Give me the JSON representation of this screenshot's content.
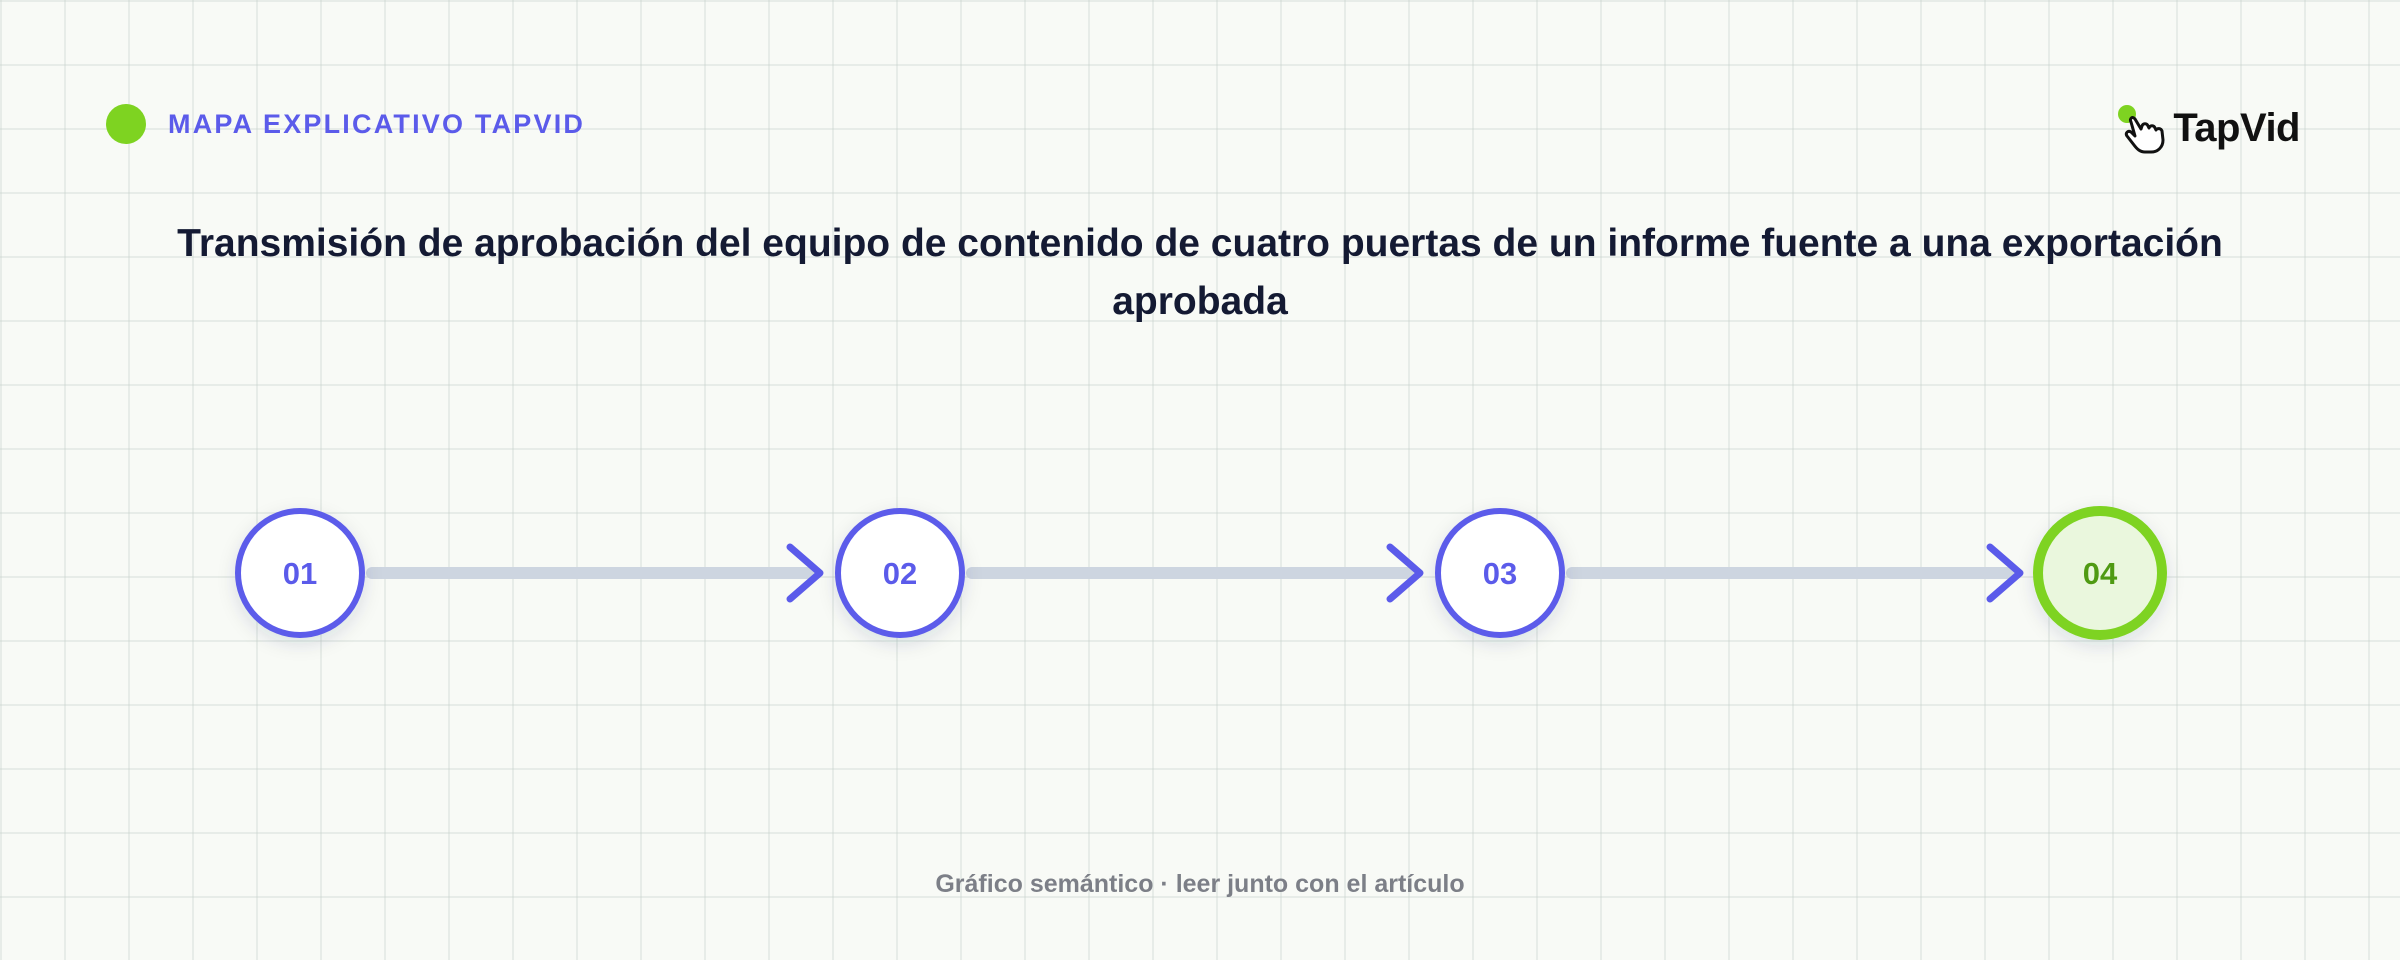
{
  "header": {
    "kicker": "MAPA EXPLICATIVO TAPVID",
    "brand_name": "TapVid",
    "brand_icon": "pointing-hand-icon"
  },
  "title": "Transmisión de aprobación del equipo de contenido de cuatro puertas de un informe fuente a una exportación aprobada",
  "flow": {
    "steps": [
      {
        "label": "01",
        "state": "default"
      },
      {
        "label": "02",
        "state": "default"
      },
      {
        "label": "03",
        "state": "default"
      },
      {
        "label": "04",
        "state": "final"
      }
    ],
    "connector_icon": "arrow-right-icon"
  },
  "footer": "Gráfico semántico · leer junto con el artículo",
  "colors": {
    "background": "#f8faf6",
    "accent": "#5b5bea",
    "final_accent": "#7ed321",
    "final_fill": "#eaf7dd",
    "final_text": "#4f9a12",
    "connector": "#cdd5e0",
    "title": "#141a33",
    "footer": "#7c7f87"
  }
}
